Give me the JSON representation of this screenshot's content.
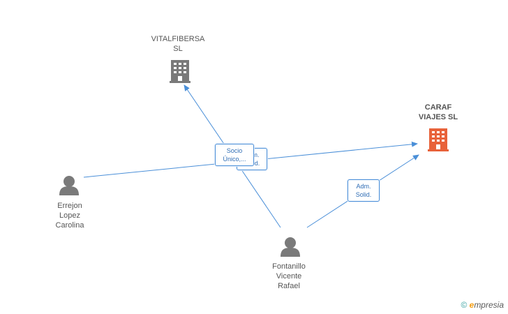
{
  "colors": {
    "edge": "#4a8fd8",
    "company": "#7a7a7a",
    "company_highlight": "#e8623a",
    "person": "#7a7a7a"
  },
  "nodes": {
    "vitalfibersa": {
      "label": "VITALFIBERSA\nSL",
      "icon": "building-icon"
    },
    "caraf": {
      "label": "CARAF\nVIAJES SL",
      "icon": "building-icon"
    },
    "errejon": {
      "label": "Errejon\nLopez\nCarolina",
      "icon": "person-icon"
    },
    "fontanillo": {
      "label": "Fontanillo\nVicente\nRafael",
      "icon": "person-icon"
    }
  },
  "edge_labels": {
    "socio_unico": "Socio\nÚnico,...",
    "adm_hidden": "Adm.\nSolid.",
    "adm_solid": "Adm.\nSolid."
  },
  "footer": {
    "copyright": "©",
    "brand_e": "e",
    "brand_rest": "mpresia"
  }
}
